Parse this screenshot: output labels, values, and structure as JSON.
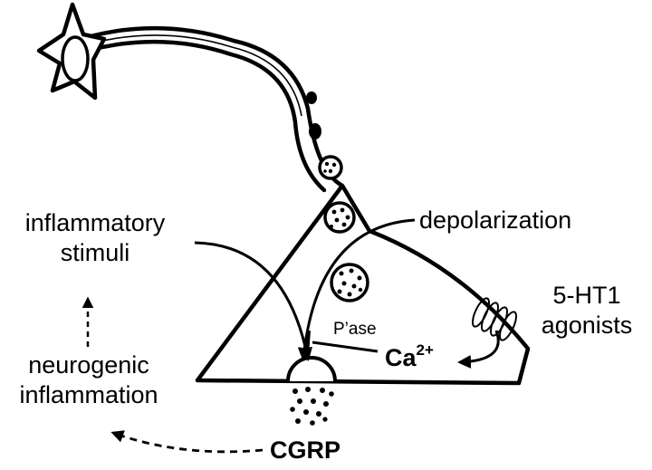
{
  "labels": {
    "inflammatory_stimuli": [
      "inflammatory",
      "stimuli"
    ],
    "depolarization": "depolarization",
    "agonists": [
      "5-HT1",
      "agonists"
    ],
    "phosphatase": "P’ase",
    "calcium_symbol": "Ca",
    "calcium_charge": "2+",
    "neurogenic_inflammation": [
      "neurogenic",
      "inflammation"
    ],
    "cgrp": "CGRP"
  }
}
